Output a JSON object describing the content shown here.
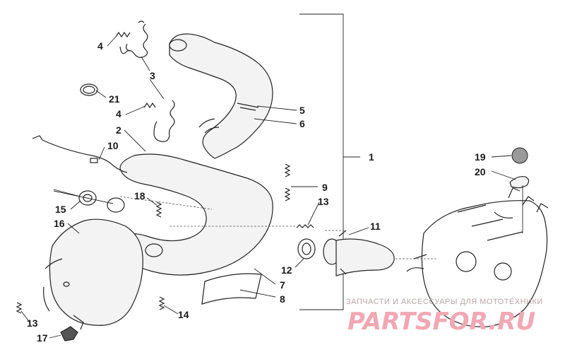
{
  "callouts": {
    "c1": "1",
    "c2": "2",
    "c3": "3",
    "c4a": "4",
    "c4b": "4",
    "c5": "5",
    "c6": "6",
    "c7": "7",
    "c8": "8",
    "c9": "9",
    "c10": "10",
    "c11": "11",
    "c12": "12",
    "c13a": "13",
    "c13b": "13",
    "c14": "14",
    "c15": "15",
    "c16": "16",
    "c17": "17",
    "c18": "18",
    "c19": "19",
    "c20": "20",
    "c21": "21"
  },
  "watermark": {
    "caption": "ЗАПЧАСТИ И АКСЕССУАРЫ ДЛЯ МОТОТЕХНИКИ",
    "logo": "PARTSFOR.RU"
  },
  "colors": {
    "line": "#222222",
    "watermark_logo": "#f1a8b4",
    "watermark_caption": "#b9a4a8"
  }
}
